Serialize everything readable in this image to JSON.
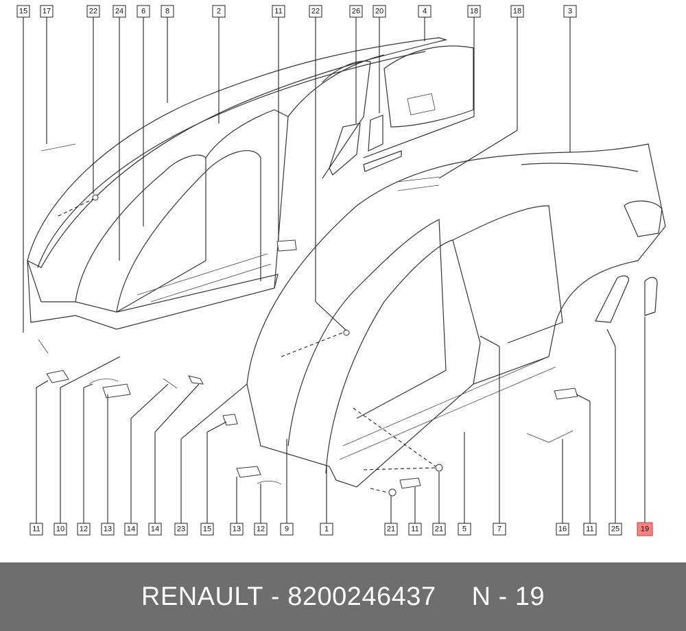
{
  "diagram": {
    "callouts_top": [
      "15",
      "17",
      "22",
      "24",
      "6",
      "8",
      "2",
      "11",
      "22",
      "26",
      "20",
      "4",
      "18",
      "18",
      "3"
    ],
    "callouts_bottom": [
      "11",
      "10",
      "12",
      "13",
      "14",
      "14",
      "23",
      "15",
      "13",
      "12",
      "9",
      "1",
      "21",
      "11",
      "21",
      "5",
      "7",
      "16",
      "11",
      "25",
      "19"
    ],
    "highlighted_part": "19",
    "highlight_color": "#f48484"
  },
  "footer": {
    "brand": "RENAULT",
    "separator": "-",
    "part_number": "8200246437",
    "ref_prefix": "N",
    "ref_number": "19"
  },
  "colors": {
    "footer_background": "#6e6e6e",
    "footer_text": "#ffffff",
    "line_art": "#333333"
  }
}
